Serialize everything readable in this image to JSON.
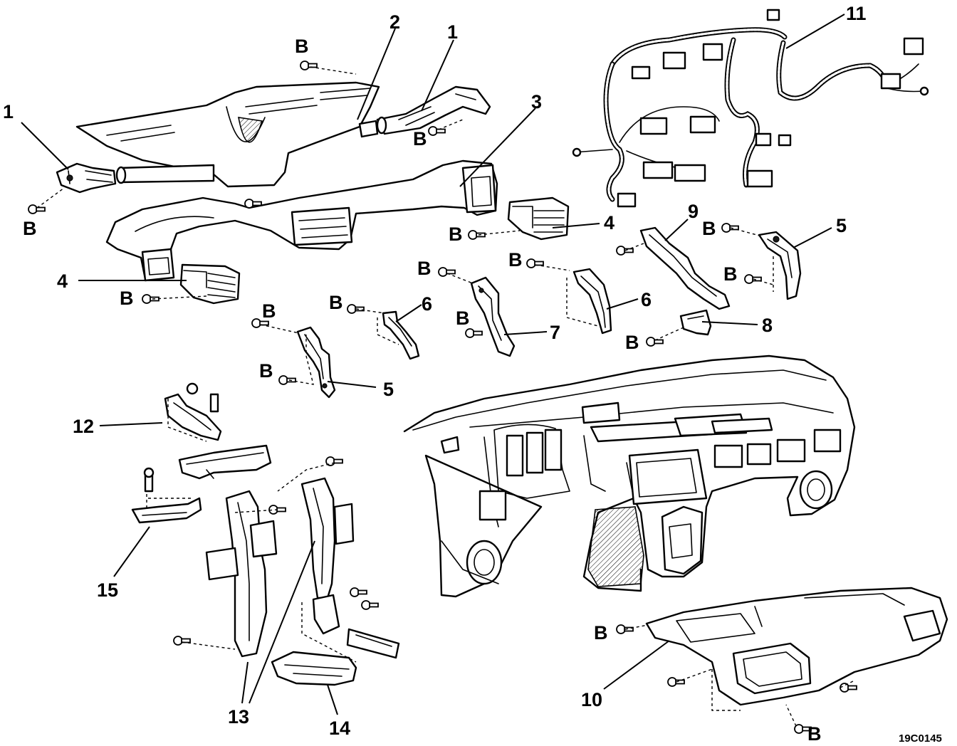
{
  "figure_code": "19C0145",
  "callouts": {
    "c1a": "1",
    "c1b": "1",
    "c2": "2",
    "c3": "3",
    "c4a": "4",
    "c4b": "4",
    "c5a": "5",
    "c5b": "5",
    "c6a": "6",
    "c6b": "6",
    "c7": "7",
    "c8": "8",
    "c9": "9",
    "c10": "10",
    "c11": "11",
    "c12": "12",
    "c13": "13",
    "c14": "14",
    "c15": "15"
  },
  "bolt_label": "B"
}
